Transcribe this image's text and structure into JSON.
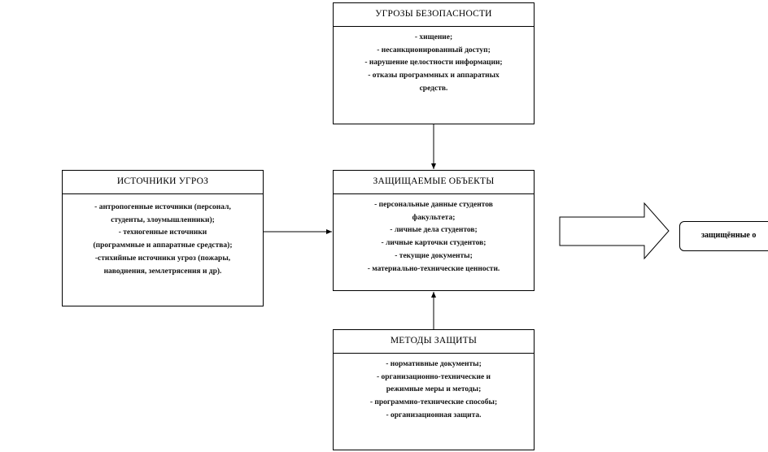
{
  "threats": {
    "title": "УГРОЗЫ БЕЗОПАСНОСТИ",
    "lines": [
      "- хищение;",
      "- несанкционированный доступ;",
      "- нарушение целостности информации;",
      "- отказы программных и аппаратных",
      "средств."
    ]
  },
  "sources": {
    "title": "ИСТОЧНИКИ  УГРОЗ",
    "lines": [
      "- антропогенные источники (персонал,",
      "студенты, злоумышленники);",
      "- техногенные  источники",
      "(программные и аппаратные средства);",
      "-стихийные  источники угроз (пожары,",
      "наводнения, землетрясения и др)."
    ]
  },
  "objects": {
    "title": "ЗАЩИЩАЕМЫЕ  ОБЪЕКТЫ",
    "lines": [
      "- персональные данные студентов",
      "факультета;",
      "- личные дела студентов;",
      "- личные карточки студентов;",
      "- текущие документы;",
      "- материально-технические  ценности."
    ]
  },
  "methods": {
    "title": "МЕТОДЫ  ЗАЩИТЫ",
    "lines": [
      "- нормативные документы;",
      "- организационно-технические  и",
      "режимные меры и методы;",
      "- программно-технические  способы;",
      "- организационная защита."
    ]
  },
  "result": {
    "label": "защищённые о"
  }
}
